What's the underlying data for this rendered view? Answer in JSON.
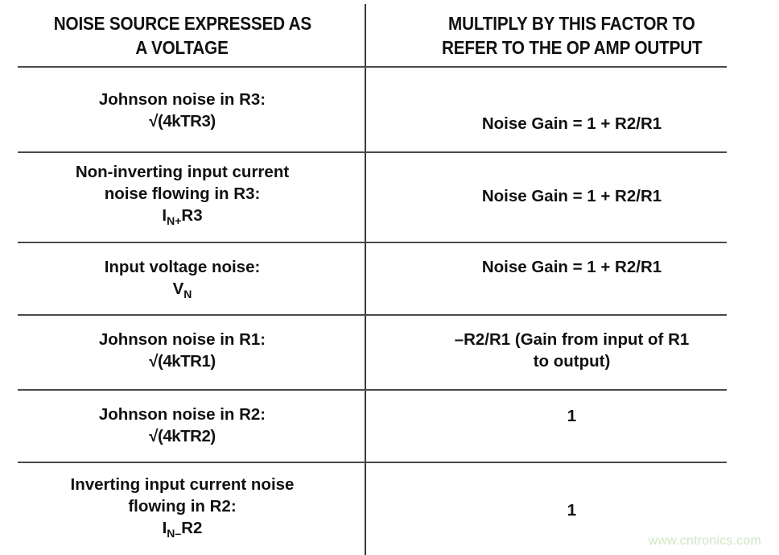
{
  "table": {
    "columns": [
      {
        "id": "noise-source",
        "header_lines": [
          "NOISE SOURCE EXPRESSED AS",
          "A VOLTAGE"
        ]
      },
      {
        "id": "multiply-factor",
        "header_lines": [
          "MULTIPLY BY THIS FACTOR TO",
          "REFER TO THE OP AMP OUTPUT"
        ]
      }
    ],
    "rows": [
      {
        "id": "johnson-r3",
        "source_lines": [
          "Johnson noise in R3:",
          "√(4kTR3)"
        ],
        "factor_lines": [
          "Noise Gain = 1 + R2/R1"
        ]
      },
      {
        "id": "non-inverting-input-current",
        "source_lines": [
          "Non-inverting input current",
          "noise flowing in R3:",
          "Iₙ₊ R3"
        ],
        "source_sub_line": {
          "base": "I",
          "sub": "N+",
          "tail": "R3"
        },
        "factor_lines": [
          "Noise Gain = 1 + R2/R1"
        ]
      },
      {
        "id": "input-voltage-noise",
        "source_lines": [
          "Input voltage noise:",
          "Vₙ"
        ],
        "source_sub_line": {
          "base": "V",
          "sub": "N",
          "tail": ""
        },
        "factor_lines": [
          "Noise Gain = 1 + R2/R1"
        ]
      },
      {
        "id": "johnson-r1",
        "source_lines": [
          "Johnson noise in R1:",
          "√(4kTR1)"
        ],
        "factor_lines": [
          "–R2/R1 (Gain from input of R1",
          "to output)"
        ]
      },
      {
        "id": "johnson-r2",
        "source_lines": [
          "Johnson noise in R2:",
          "√(4kTR2)"
        ],
        "factor_lines": [
          "1"
        ]
      },
      {
        "id": "inverting-input-current",
        "source_lines": [
          "Inverting input current noise",
          "flowing in R2:",
          "Iₙ₋ R2"
        ],
        "source_sub_line": {
          "base": "I",
          "sub": "N–",
          "tail": "R2"
        },
        "factor_lines": [
          "1"
        ]
      }
    ]
  },
  "watermark": {
    "text": "www.cntronics.com",
    "color": "#cfe7c4"
  },
  "rule_color": "#4a4a4a",
  "divider_color": "#3a3a3a"
}
